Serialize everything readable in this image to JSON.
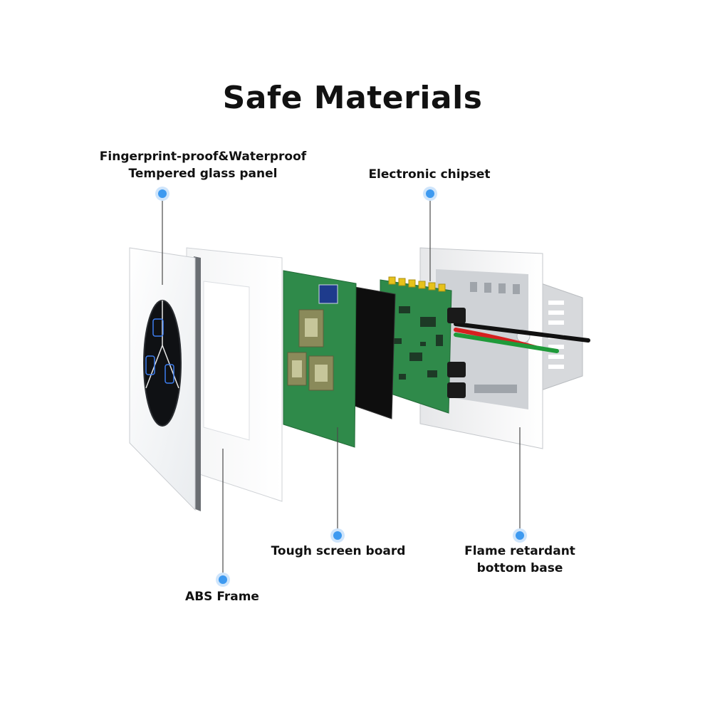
{
  "title": "Safe Materials",
  "callouts": {
    "glass_panel": {
      "line1": "Fingerprint-proof&Waterproof",
      "line2": "Tempered glass panel"
    },
    "chipset": {
      "line1": "Electronic chipset"
    },
    "abs_frame": {
      "line1": "ABS Frame"
    },
    "screen_board": {
      "line1": "Tough screen board"
    },
    "bottom_base": {
      "line1": "Flame retardant",
      "line2": "bottom base"
    }
  },
  "colors": {
    "dot": "#3e9af0",
    "dot_halo": "#cfe5fb",
    "pcb": "#2f8a4a",
    "pcb_dark": "#226a37",
    "coil": "#8a8a5a",
    "wire_red": "#d62020",
    "wire_green": "#1f9a3a",
    "wire_black": "#111111",
    "connector": "#e7c21a"
  }
}
